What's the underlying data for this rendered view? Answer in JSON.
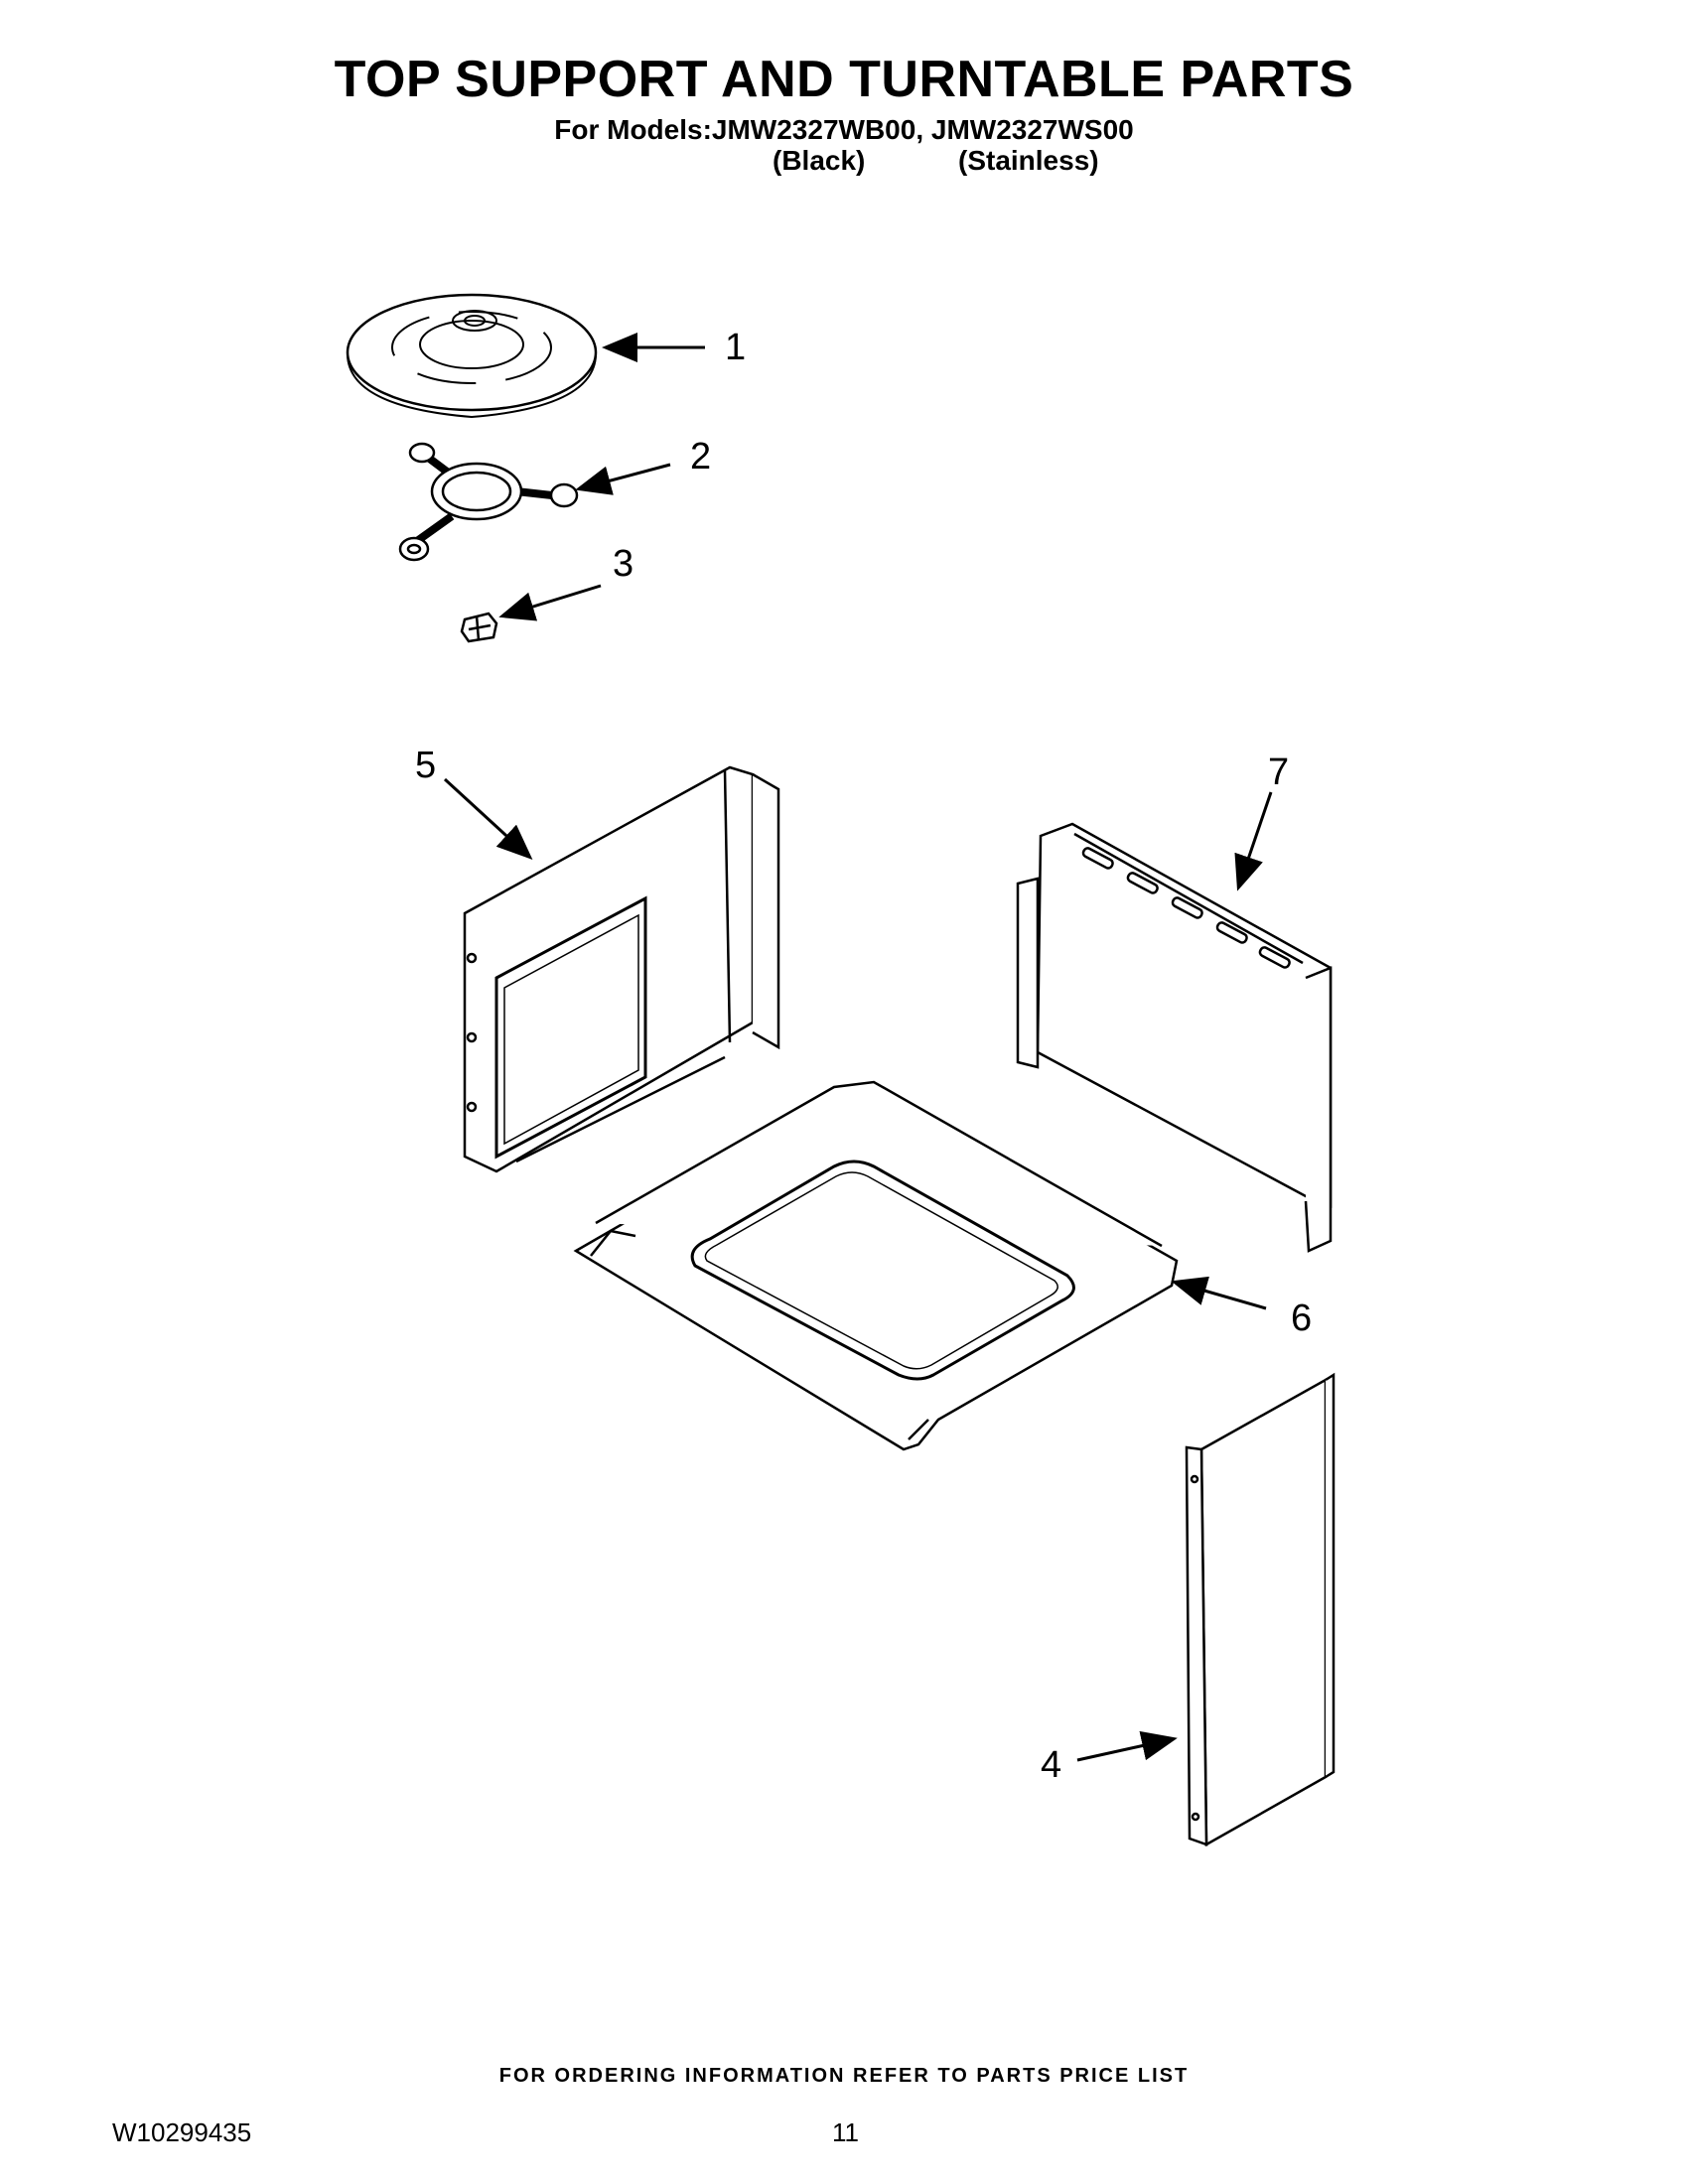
{
  "header": {
    "title": "TOP SUPPORT AND TURNTABLE PARTS",
    "models_line": "For Models:JMW2327WB00, JMW2327WS00",
    "variant_black": "(Black)",
    "variant_stainless": "(Stainless)"
  },
  "parts": [
    {
      "id": "1",
      "callout": "1"
    },
    {
      "id": "2",
      "callout": "2"
    },
    {
      "id": "3",
      "callout": "3"
    },
    {
      "id": "4",
      "callout": "4"
    },
    {
      "id": "5",
      "callout": "5"
    },
    {
      "id": "6",
      "callout": "6"
    },
    {
      "id": "7",
      "callout": "7"
    }
  ],
  "footer": {
    "ordering_note": "FOR ORDERING INFORMATION REFER TO PARTS PRICE LIST",
    "document_number": "W10299435",
    "page_number": "11"
  }
}
